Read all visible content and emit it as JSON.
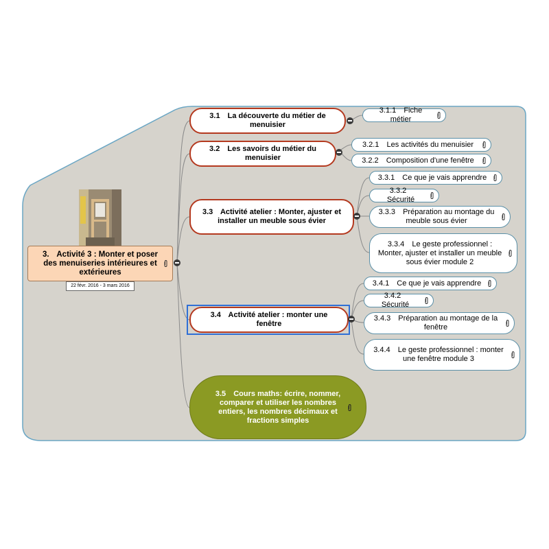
{
  "root": {
    "number": "3.",
    "label": "Activité 3 : Monter et poser des menuiseries intérieures et extérieures",
    "dates": "22 févr. 2016 - 3 mars 2016",
    "image_icon": "workshop-photo"
  },
  "topics": [
    {
      "number": "3.1",
      "label": "La découverte du métier de menuisier",
      "children": [
        {
          "number": "3.1.1",
          "label": "Fiche métier"
        }
      ]
    },
    {
      "number": "3.2",
      "label": "Les savoirs du métier du menuisier",
      "children": [
        {
          "number": "3.2.1",
          "label": "Les activités du menuisier"
        },
        {
          "number": "3.2.2",
          "label": "Composition d'une fenêtre"
        }
      ]
    },
    {
      "number": "3.3",
      "label": "Activité atelier : Monter, ajuster et installer un meuble sous évier",
      "children": [
        {
          "number": "3.3.1",
          "label": "Ce que je vais apprendre"
        },
        {
          "number": "3.3.2",
          "label": "Sécurité"
        },
        {
          "number": "3.3.3",
          "label": "Préparation au montage du meuble sous évier"
        },
        {
          "number": "3.3.4",
          "label": "Le geste professionnel : Monter, ajuster et installer un meuble sous évier module 2"
        }
      ]
    },
    {
      "number": "3.4",
      "label": "Activité atelier : monter une fenêtre",
      "children": [
        {
          "number": "3.4.1",
          "label": "Ce que je vais apprendre"
        },
        {
          "number": "3.4.2",
          "label": "Sécurité"
        },
        {
          "number": "3.4.3",
          "label": "Préparation au montage de la fenêtre"
        },
        {
          "number": "3.4.4",
          "label": "Le geste professionnel : monter une fenêtre module 3"
        }
      ]
    },
    {
      "number": "3.5",
      "label": "Cours maths: écrire, nommer, comparer et utiliser les nombres entiers, les nombres décimaux et fractions simples",
      "children": []
    }
  ],
  "colors": {
    "background_region": "#d6d3cc",
    "region_border": "#6aa6c4",
    "root_fill": "#fcd6b6",
    "subtopic_border": "#b4391f",
    "leaf_border": "#5b90a8",
    "maths_fill": "#8b9a23",
    "selection": "#2f6fd6"
  },
  "icons": [
    "paperclip-icon",
    "collapse-toggle-icon"
  ]
}
